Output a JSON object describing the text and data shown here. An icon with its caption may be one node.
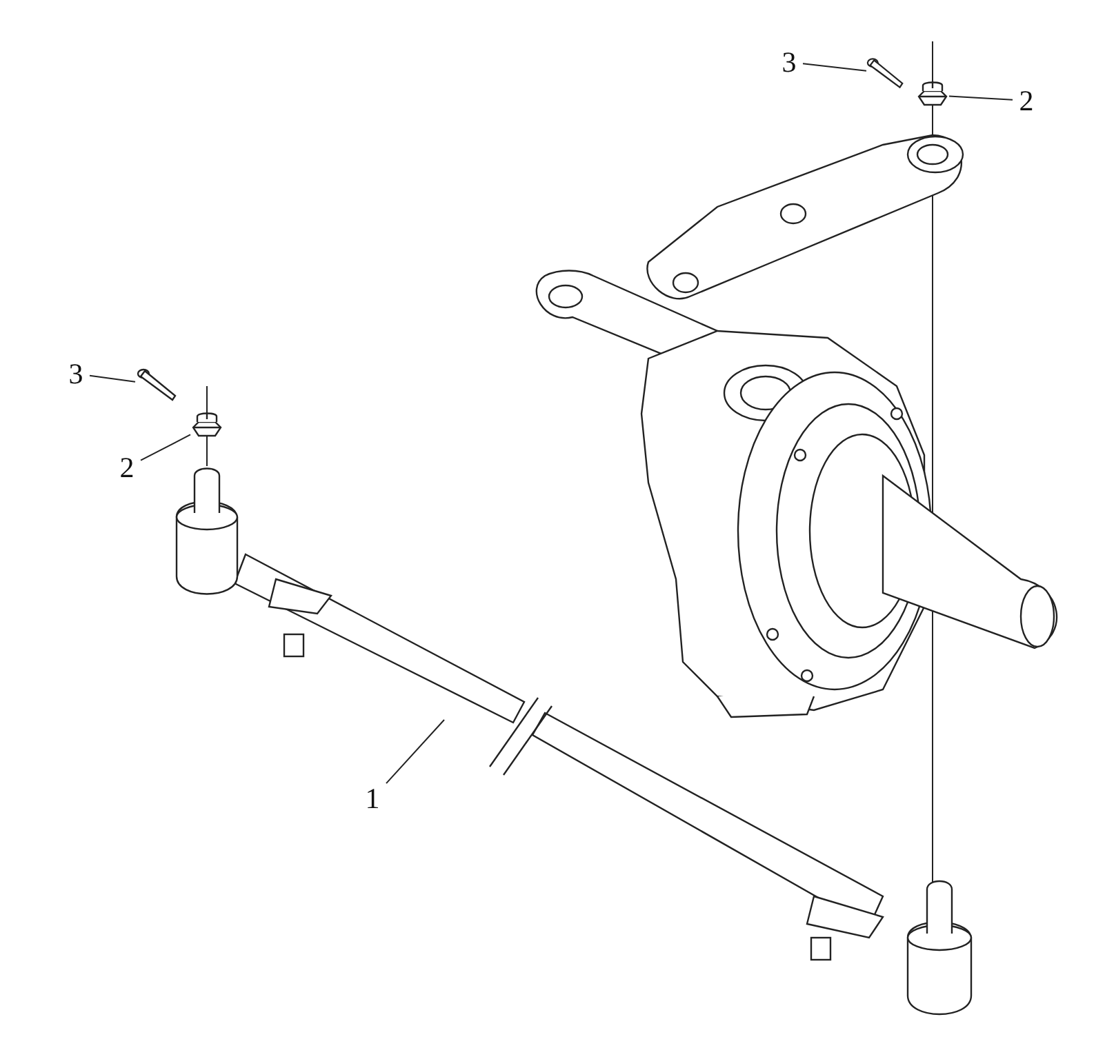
{
  "diagram": {
    "nodes": [
      {
        "text": [
          "3"
        ]
      },
      {
        "text": [],
        "shape": "picture"
      },
      {
        "text": [
          "2"
        ]
      },
      {
        "text": [],
        "shape": "picture"
      },
      {
        "text": [
          "3"
        ]
      },
      {
        "text": [],
        "shape": "picture"
      },
      {
        "text": [
          "2"
        ]
      },
      {
        "text": [],
        "shape": "picture"
      },
      {
        "text": [
          "1"
        ]
      }
    ],
    "edges": [
      {
        "from": 0,
        "to": 1,
        "arrow": "none"
      },
      {
        "from": 2,
        "to": 3,
        "arrow": "none"
      },
      {
        "from": 4,
        "to": 5,
        "arrow": "none"
      },
      {
        "from": 6,
        "to": 7,
        "arrow": "none"
      },
      {
        "from": 8,
        "to": null,
        "arrow": "none"
      }
    ]
  }
}
